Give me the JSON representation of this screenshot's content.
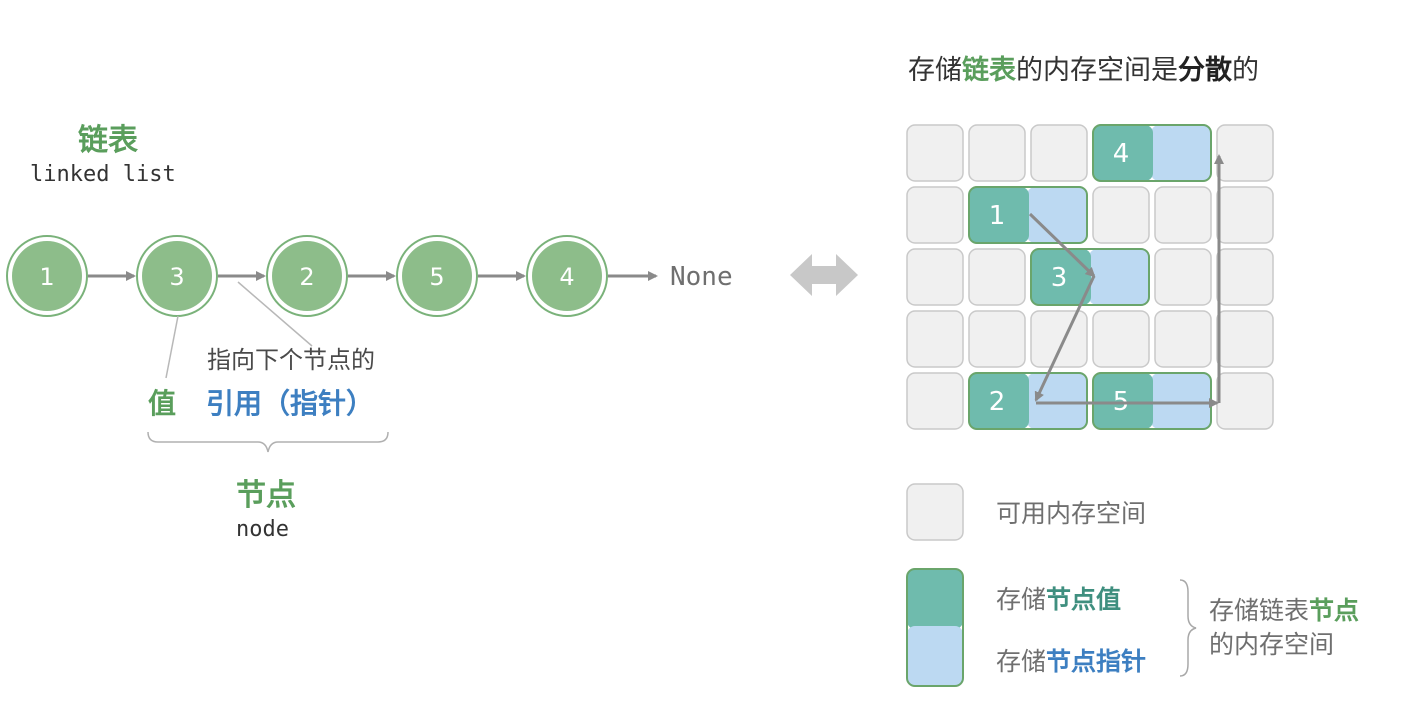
{
  "linked_list": {
    "title": "链表",
    "subtitle": "linked list",
    "nodes": [
      "1",
      "3",
      "2",
      "5",
      "4"
    ],
    "terminator": "None"
  },
  "node_anatomy": {
    "pointer_caption": "指向下个节点的",
    "value_label": "值",
    "reference_label": "引用（指针）",
    "node_title": "节点",
    "node_subtitle": "node"
  },
  "memory": {
    "title_parts": [
      "存储",
      "链表",
      "的内存空间是",
      "分散",
      "的"
    ],
    "grid": {
      "rows": 5,
      "cols": 6
    },
    "nodes": [
      {
        "value": "1",
        "row": 2,
        "col": 2
      },
      {
        "value": "3",
        "row": 3,
        "col": 3
      },
      {
        "value": "2",
        "row": 5,
        "col": 2
      },
      {
        "value": "5",
        "row": 5,
        "col": 4
      },
      {
        "value": "4",
        "row": 1,
        "col": 4
      }
    ]
  },
  "legend": {
    "free_space": "可用内存空间",
    "store_value_parts": [
      "存储",
      "节点值"
    ],
    "store_pointer_parts": [
      "存储",
      "节点指针"
    ],
    "group_label_parts": [
      "存储链表",
      "节点"
    ],
    "group_label_line2": "的内存空间"
  },
  "colors": {
    "node_green": "#8dbd8a",
    "node_border": "#6aa56b",
    "value_cell": "#6fbbad",
    "pointer_cell": "#bcd9f2",
    "free_cell": "#f0f0f0",
    "arrow": "#8a8a8a",
    "green_text": "#5a9e5c",
    "blue_text": "#3d7fc1"
  }
}
